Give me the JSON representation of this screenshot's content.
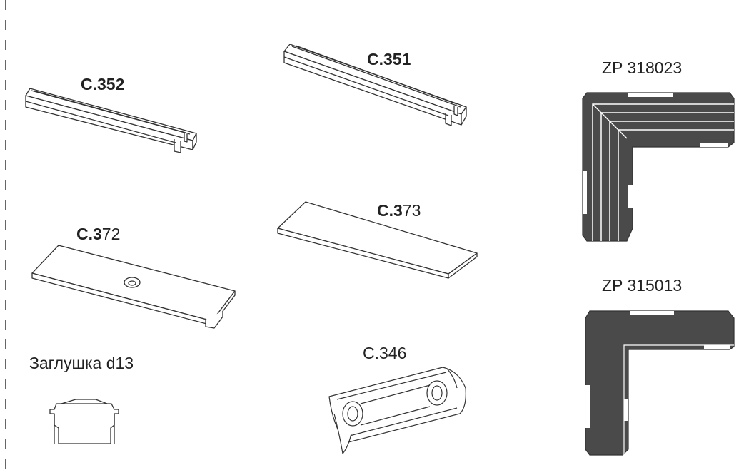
{
  "parts": {
    "c352": {
      "label": "C.352"
    },
    "c351": {
      "label": "C.351"
    },
    "c372": {
      "label_bold": "C.3",
      "label_rest": "72"
    },
    "c373": {
      "label_bold": "C.3",
      "label_rest": "73"
    },
    "c346": {
      "label": "C.346"
    },
    "plug": {
      "label": "Заглушка d13"
    },
    "zp318023": {
      "label": "ZP 318023"
    },
    "zp315013": {
      "label": "ZP 315013"
    }
  },
  "colors": {
    "line": "#333333",
    "profile_fill": "#4a4a4a",
    "profile_stripe": "#ffffff",
    "dash": "#666666"
  }
}
